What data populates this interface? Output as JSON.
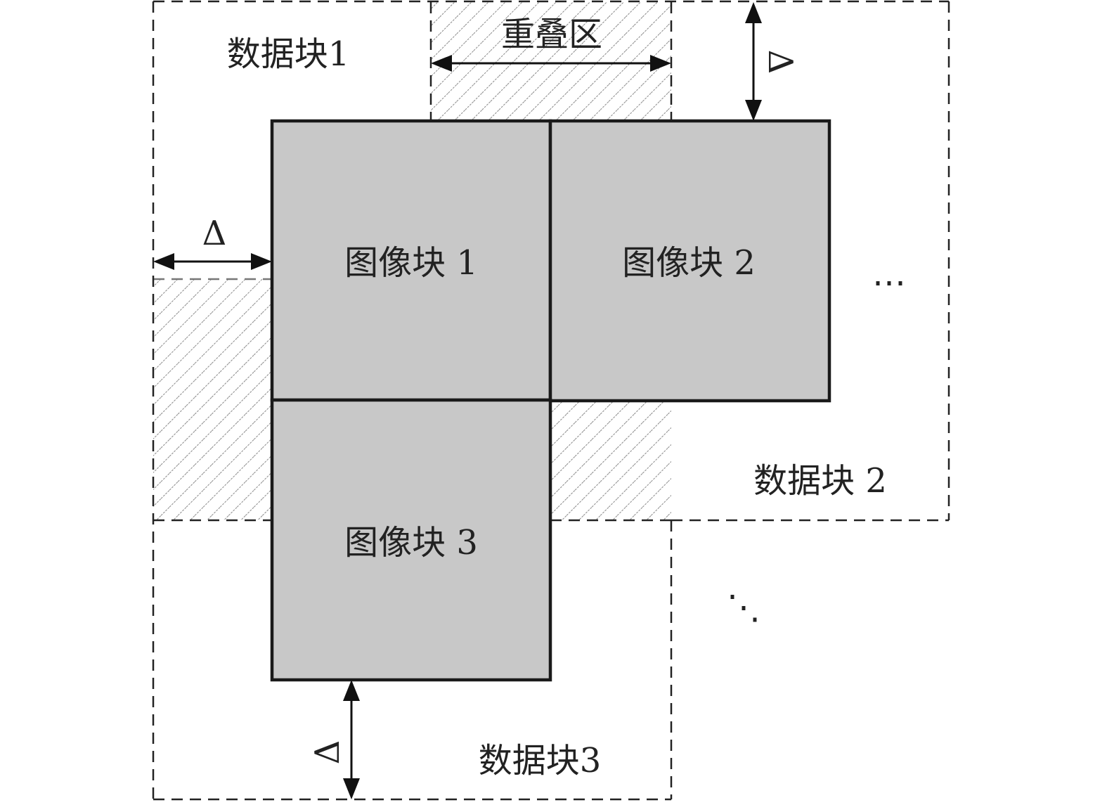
{
  "labels": {
    "data_block_1": "数据块1",
    "data_block_2": "数据块 2",
    "data_block_3": "数据块3",
    "overlap": "重叠区",
    "image_block_1": "图像块 1",
    "image_block_2": "图像块 2",
    "image_block_3": "图像块 3",
    "delta_left": "Δ",
    "delta_top_right": "Δ",
    "delta_bottom": "Δ",
    "ellipsis_horizontal": "⋯",
    "ellipsis_diagonal": "⋱"
  },
  "colors": {
    "image_fill": "#c8c8c8",
    "hatch": "#888888",
    "line": "#1a1a1a"
  }
}
